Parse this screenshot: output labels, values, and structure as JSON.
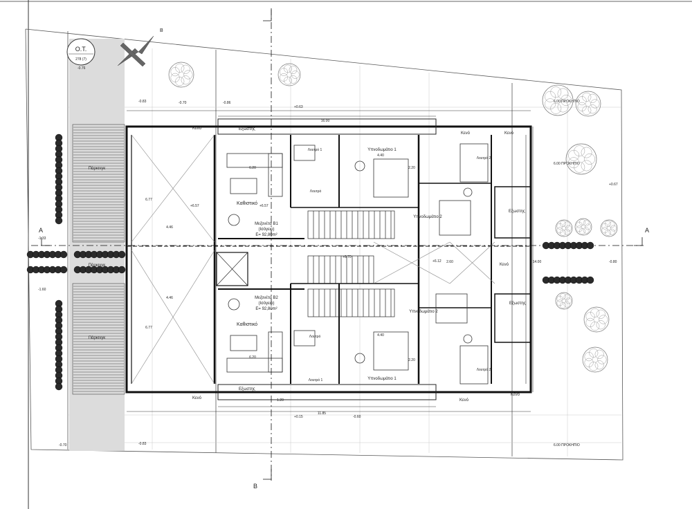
{
  "plot": {
    "code": "Ο.Τ.",
    "number": "278 (7)"
  },
  "north_label": "Β",
  "section_a": "Α",
  "section_b": "Β",
  "front_yards": [
    "6.00 ΠΡΟΚΗΠΙΟ",
    "6.00 ΠΡΟΚΗΠΙΟ",
    "6.00 ΠΡΟΚΗΠΙΟ"
  ],
  "units": [
    {
      "id": "B1",
      "living": "Μεζονέτα Β1",
      "floor": "(Ισόγειο)",
      "area": "Ε= 92,80m²",
      "salon": "Καθιστικό",
      "bed1": "Υπνοδωμάτιο 1",
      "bed2": "Υπνοδωμάτιο 2",
      "wc_top": "Λουτρό 1",
      "wc_bottom": "Λουτρό",
      "wc2": "Λουτρό 2",
      "exterior": "Εξωστης",
      "void": "Κενό"
    },
    {
      "id": "B2",
      "living": "Μεζονέτα Β2",
      "floor": "(Ισόγειο)",
      "area": "Ε= 92,80m²",
      "salon": "Καθιστικό",
      "bed1": "Υπνοδωμάτιο 1",
      "bed2": "Υπνοδωμάτιο 2",
      "wc_top": "Λουτρό",
      "wc_bottom": "Λουτρό 1",
      "wc2": "Λουτρό 2",
      "exterior": "Εξωστης",
      "void": "Κενό"
    }
  ],
  "parking": [
    "Πάρκινγκ",
    "Πάρκινγκ",
    "Πάρκινγκ"
  ],
  "labels": {
    "kenó": "Κενό",
    "exostis": "Εξωστης"
  },
  "dims": {
    "d1": "4.46",
    "d2": "6.77",
    "d3": "4.46",
    "d4": "6.77",
    "d5": "4.40",
    "d6": "4.40",
    "d7": "6.20",
    "d8": "6.20",
    "d9": "11.85",
    "d10": "16.00",
    "d11": "14.00",
    "d12": "2.60",
    "d13": "2.20",
    "d14": "1.20",
    "d15": "2.20",
    "lv1": "+6.57",
    "lv2": "+6.57",
    "lv3": "+6.70",
    "lv4": "+6.12",
    "lv5": "-0.76",
    "lv6": "-0.83",
    "lv7": "-0.70",
    "lv8": "-0.86",
    "lv9": "-0.83",
    "lv10": "+0.63",
    "lv11": "+0.15",
    "lv12": "-0.60",
    "lv13": "-1.33",
    "lv14": "+0.67",
    "lv15": "-1.60",
    "lv16": "-0.70",
    "lv17": "-0.80"
  }
}
